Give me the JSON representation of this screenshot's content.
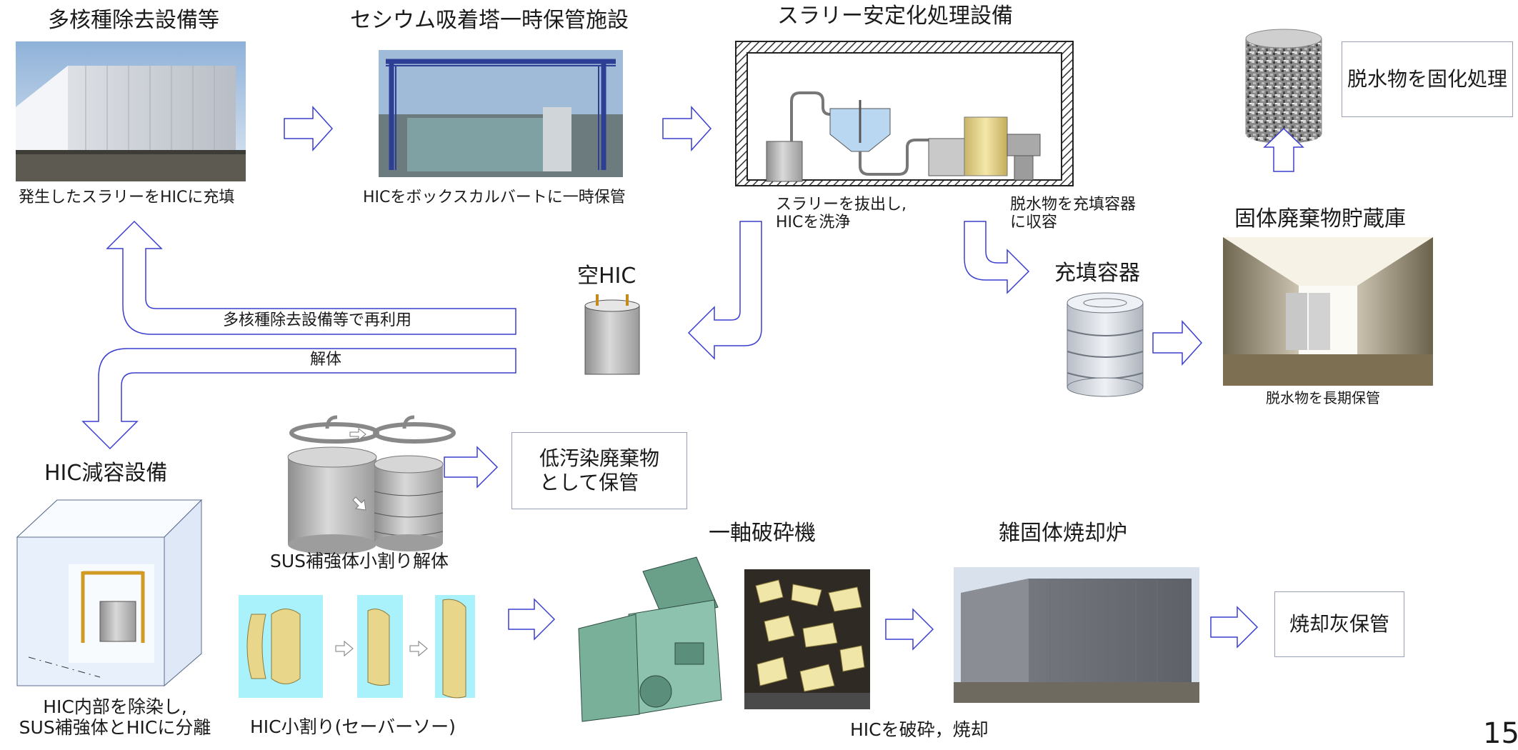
{
  "titles": {
    "multi_nuclide": "多核種除去設備等",
    "cesium_storage": "セシウム吸着塔一時保管施設",
    "slurry_stabilization": "スラリー安定化処理設備",
    "empty_hic": "空HIC",
    "fill_container": "充填容器",
    "solid_waste_storage": "固体廃棄物貯蔵庫",
    "hic_volume_reduction": "HIC減容設備",
    "single_shaft_shredder": "一軸破砕機",
    "misc_incinerator": "雑固体焼却炉"
  },
  "captions": {
    "fill_slurry_into_hic": "発生したスラリーをHICに充填",
    "hic_temp_storage": "HICをボックスカルバートに一時保管",
    "extract_slurry": "スラリーを抜出し,\nHICを洗浄",
    "dehydrated_to_container": "脱水物を充填容器\nに収容",
    "dehydrated_long_term": "脱水物を長期保管",
    "sus_cut": "SUS補強体小割り解体",
    "hic_decontaminate": "HIC内部を除染し,\nSUS補強体とHICに分離",
    "hic_saw_cut": "HIC小割り(セーバーソー)",
    "hic_shred_burn": "HICを破砕，焼却"
  },
  "arrow_labels": {
    "reuse": "多核種除去設備等で再利用",
    "dismantle": "解体"
  },
  "boxes": {
    "solidify": "脱水物を固化処理",
    "low_contamination": "低汚染廃棄物\nとして保管",
    "ash_storage": "焼却灰保管"
  },
  "page_number": "15",
  "colors": {
    "arrow_stroke": "#3b3fd0",
    "box_border": "#9aa0b8",
    "text": "#1a1a1a"
  }
}
